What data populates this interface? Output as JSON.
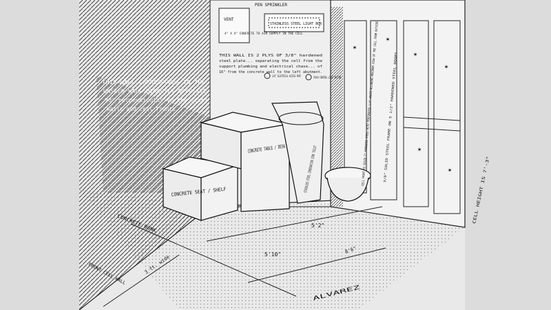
{
  "annotations": {
    "top_label": "PEN SPRINKLER",
    "vent": "VENT",
    "vent_note": "4\" X 4\" CONCRETE TO AIR SUPPLY IN THE CELL",
    "light_box": "STAINLESS STEEL LIGHT BOX",
    "steel_note": "THIS WALL IS 2 PLYS OF 3/8\" hardened steel plate... separating the cell from the support plumbing and electrical chase... of 16\" from the concrete wall to the left abutment.",
    "receptacle_1": "3/8\" ELECTRICAL ACCESS PORT",
    "receptacle_2": "TOUCH CONTROL LIGHT BUTTON",
    "left_wall_note": "THIS WALL CORRESPONDS TO THE UNSEEN WALL DIRECTLY OPPOSITE 90° perpendicular to the steel walls and cell fronts",
    "seat": "CONCRETE SEAT / SHELF",
    "desk": "CONCRETE TABLE / DESK",
    "sink": "STAINLESS STEEL COMBINATION SINK TOILET",
    "door_note": "CELL FRONT IS SOLID 2\" HARDENED STEEL WITH PERFORATED 1/4\" HOLES ALLOWING MAXIMUM VIEW OF THE CELL FROM OUTSIDE",
    "frame_note": "3/8\" SOLID STEEL FRAME ON 5 1/2\" HARDENED STEEL DOORS",
    "height_note": "CELL HEIGHT IS 7'-3\"",
    "bunk": "CONCRETE BUNK",
    "dim_1": "5'2\"",
    "dim_2": "5'10\"",
    "dim_3": "8'6\"",
    "dim_4": "3 ft. wide",
    "front_wall": "FRONT CELL WALL",
    "signature": "ALVAREZ"
  },
  "colors": {
    "paper": "#e9e9e9",
    "ink": "#151515",
    "panel": "#f2f2f2"
  },
  "icons": [
    "star-icon"
  ]
}
